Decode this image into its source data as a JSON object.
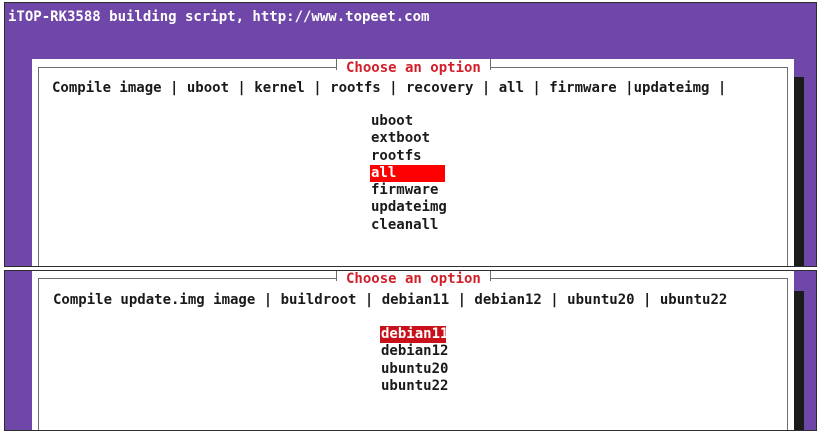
{
  "terminal": {
    "title": "iTOP-RK3588 building script, http://www.topeet.com"
  },
  "top_dialog": {
    "title": "Choose an option",
    "prompt": "Compile image | uboot | kernel | rootfs | recovery | all | firmware |updateimg |",
    "options": [
      "uboot",
      "extboot",
      "rootfs",
      "all",
      "firmware",
      "updateimg",
      "cleanall"
    ],
    "selected": "all"
  },
  "bottom_dialog": {
    "title": "Choose an option",
    "prompt": "Compile update.img image | buildroot | debian11 | debian12 | ubuntu20 | ubuntu22",
    "options": [
      "debian11",
      "debian12",
      "ubuntu20",
      "ubuntu22"
    ],
    "selected": "debian11"
  },
  "colors": {
    "terminal_background": "#6f47a8",
    "dialog_title": "#d1202a",
    "selection_highlight": "#ff0000"
  }
}
